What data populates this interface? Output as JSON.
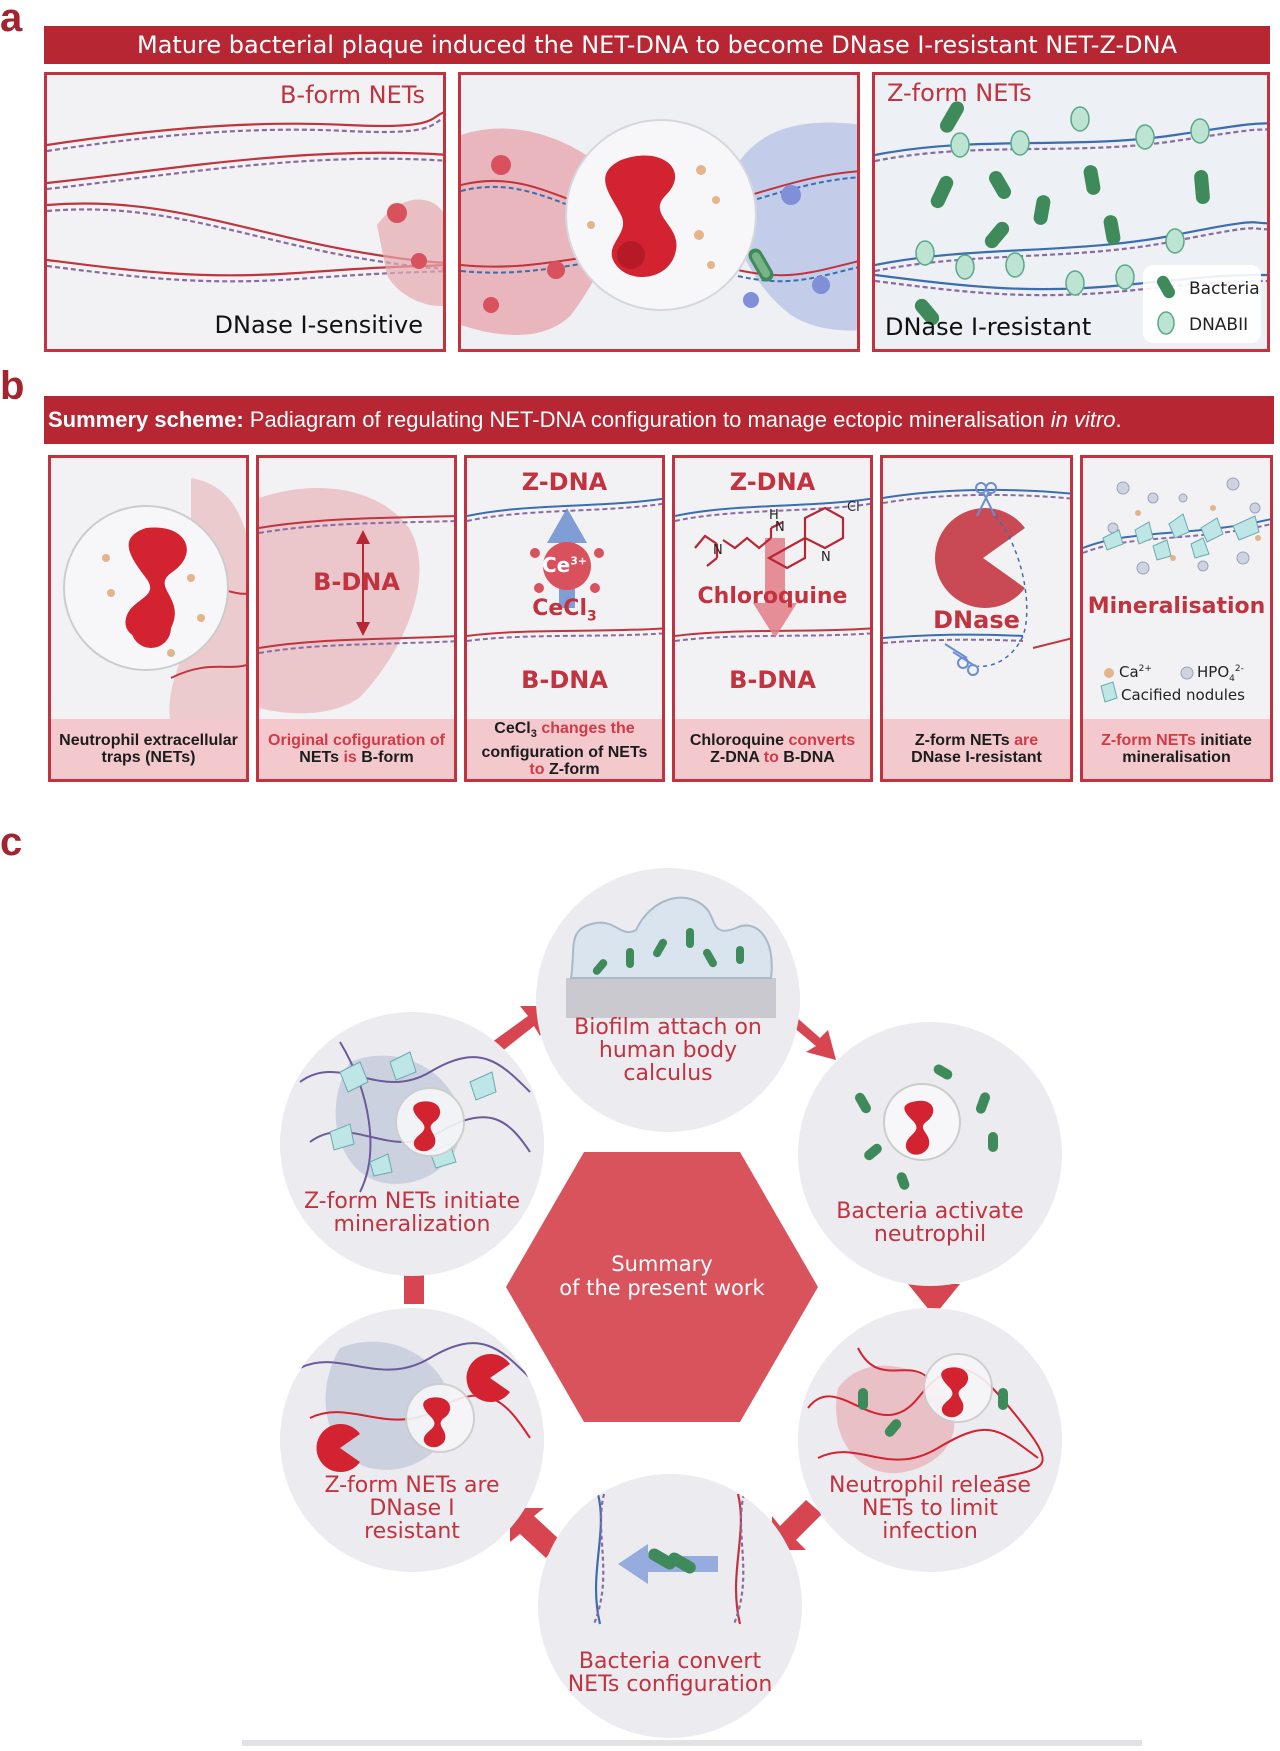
{
  "panel_labels": {
    "a": "a",
    "b": "b",
    "c": "c"
  },
  "section_a": {
    "banner": "Mature bacterial plaque induced the NET-DNA to become DNase I-resistant NET-Z-DNA",
    "left_title": "B-form NETs",
    "left_caption": "DNase I-sensitive",
    "right_title": "Z-form NETs",
    "right_caption": "DNase I-resistant",
    "legend": {
      "bacteria": "Bacteria",
      "dnabii": "DNABII"
    }
  },
  "section_b": {
    "banner_bold": "Summery scheme:",
    "banner_text": " Padiagram of regulating NET-DNA configuration to manage ectopic mineralisation ",
    "banner_italic": "in vitro",
    "banner_end": ".",
    "cell1": {
      "caption": "Neutrophil extracellular traps (NETs)"
    },
    "cell2": {
      "label": "B-DNA",
      "cap_a": "Original cofiguration of ",
      "cap_b": "NETs",
      "cap_c": " is ",
      "cap_d": "B-form"
    },
    "cell3": {
      "top": "Z-DNA",
      "ion": "Ce",
      "ion_sup": "3+",
      "chem": "CeCl",
      "chem_sub": "3",
      "bottom": "B-DNA",
      "cap_a": "CeCl",
      "cap_sub": "3",
      "cap_b": " changes the",
      "cap_c": "configuration of NETs",
      "cap_d": "to ",
      "cap_e": "Z-form"
    },
    "cell4": {
      "top": "Z-DNA",
      "chem": "Chloroquine",
      "atom_n1": "N",
      "atom_h": "H",
      "atom_n2": "N",
      "atom_n3": "N",
      "atom_cl": "Cl",
      "bottom": "B-DNA",
      "cap_a": "Chloroquine",
      "cap_b": " converts",
      "cap_c": "Z-DNA",
      "cap_d": " to ",
      "cap_e": "B-DNA"
    },
    "cell5": {
      "label": "DNase",
      "cap_a": "Z-form NETs",
      "cap_b": " are",
      "cap_c": "DNase I-resistant"
    },
    "cell6": {
      "label": "Mineralisation",
      "leg_ca": "Ca",
      "leg_ca_sup": "2+",
      "leg_hpo": "HPO",
      "leg_hpo_sub": "4",
      "leg_hpo_sup": "2-",
      "leg_nod": "Cacified nodules",
      "cap_a": "Z-form NETs",
      "cap_b": " initiate",
      "cap_c": "mineralisation"
    }
  },
  "section_c": {
    "center": [
      "Summary",
      "of the present work"
    ],
    "nodes": {
      "biofilm": [
        "Biofilm attach on",
        "human body",
        "calculus"
      ],
      "activate": [
        "Bacteria activate",
        "neutrophil"
      ],
      "release": [
        "Neutrophil release",
        "NETs to limit",
        "infection"
      ],
      "convert": [
        "Bacteria convert",
        "NETs configuration"
      ],
      "resistant": [
        "Z-form NETs are",
        "DNase I",
        "resistant"
      ],
      "initiate": [
        "Z-form NETs initiate",
        "mineralization"
      ]
    }
  },
  "colors": {
    "brand_red": "#b72633",
    "accent_red": "#d23a46",
    "dna_blue": "#3b6db0",
    "bacteria_green": "#3f8a5a"
  }
}
